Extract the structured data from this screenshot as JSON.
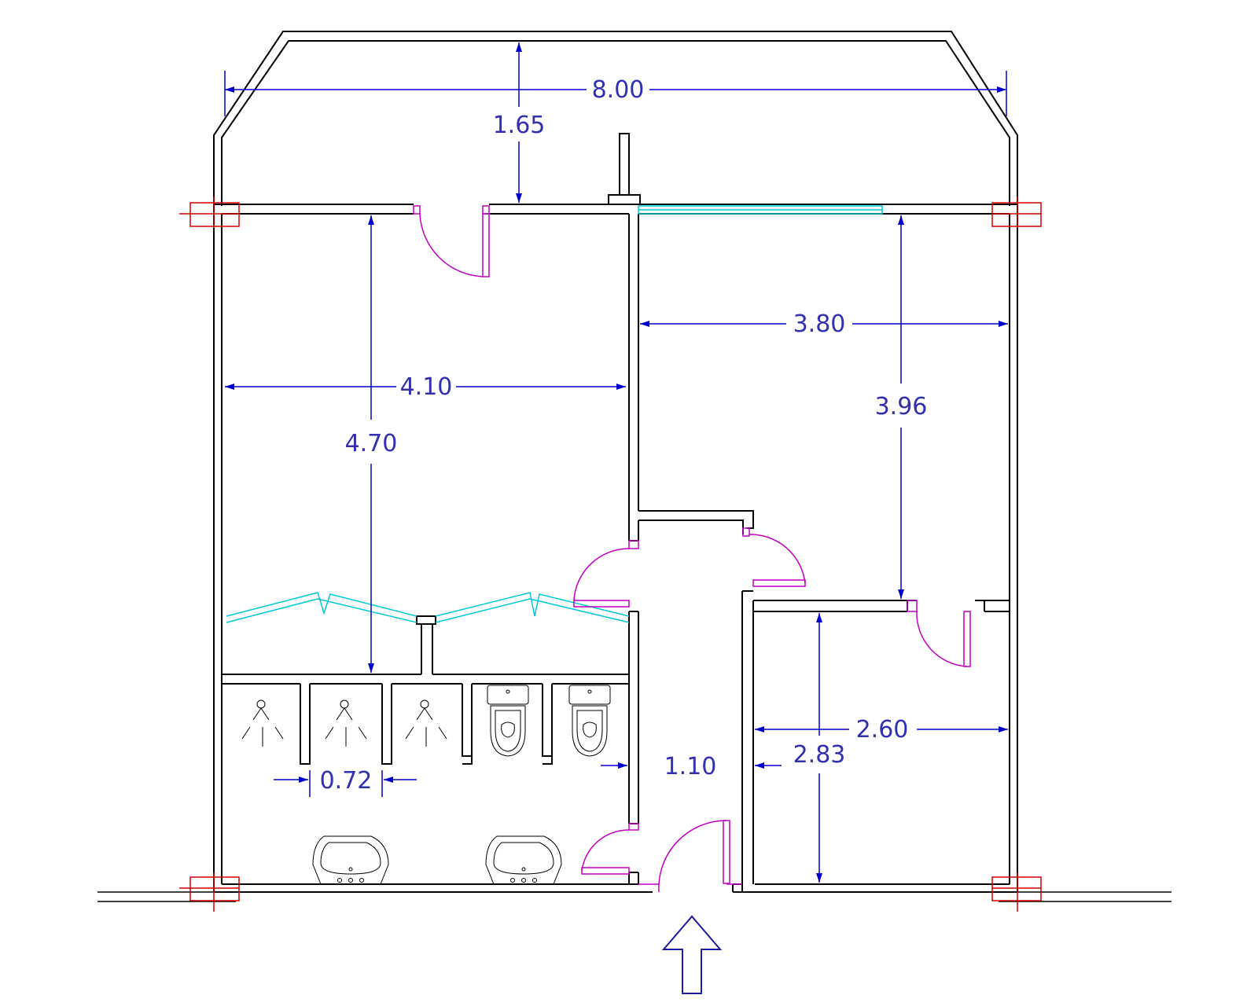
{
  "colors": {
    "walls": "#000000",
    "dimensions": "#0000cc",
    "doors": "#c000c0",
    "windows": "#00c8d8",
    "columns": "#d00000"
  },
  "dimensions": {
    "overall_width": "8.00",
    "balcony_depth": "1.65",
    "left_room_width": "4.10",
    "left_room_depth": "4.70",
    "right_room_width": "3.80",
    "right_room_depth": "3.96",
    "corridor_width": "1.10",
    "bottom_room_width": "2.60",
    "bottom_room_depth": "2.83",
    "stall_width": "0.72"
  },
  "icons": {
    "shower": "shower-icon",
    "toilet": "toilet-icon",
    "sink": "sink-icon",
    "entrance": "entrance-arrow-icon"
  }
}
